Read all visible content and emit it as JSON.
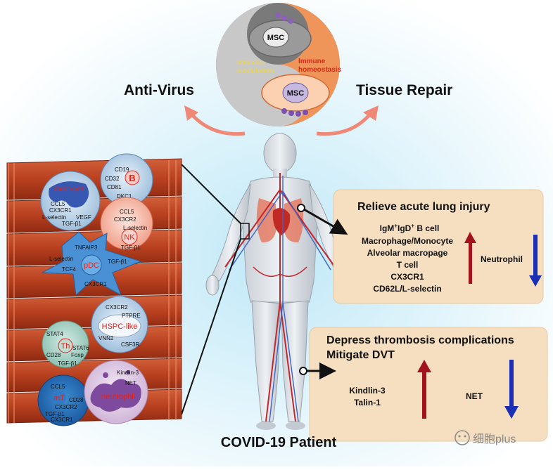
{
  "top": {
    "anti_virus": "Anti-Virus",
    "tissue_repair": "Tissue Repair",
    "msc_top": "MSC",
    "msc_bottom": "MSC",
    "immunomodulation_1": "Immuno-",
    "immunomodulation_2": "modulation",
    "homeostasis_1": "Immune",
    "homeostasis_2": "homeostasis"
  },
  "cells": {
    "b_cell": {
      "name": "B",
      "markers": [
        "CD19",
        "CD32",
        "CD81",
        "DKC1"
      ]
    },
    "monocyte": {
      "name": "monocyte",
      "markers": [
        "CCL5",
        "CX3CR1",
        "L-selectin",
        "VEGF",
        "TGF-β1"
      ]
    },
    "nk": {
      "name": "NK",
      "markers": [
        "CCL5",
        "CX3CR2",
        "L-selectin",
        "TGF-β1"
      ]
    },
    "pdc": {
      "name": "pDC",
      "markers": [
        "TNFAIP3",
        "L-selectin",
        "TGF-β1",
        "TCF4",
        "CX3CR1"
      ]
    },
    "hspc": {
      "name": "HSPC-like",
      "markers": [
        "CX3CR2",
        "PTPRE",
        "VNN2",
        "CSF3R"
      ]
    },
    "th": {
      "name": "Th",
      "markers": [
        "STAT4",
        "STAT6",
        "CD28",
        "Foxp",
        "TGF-β1"
      ]
    },
    "mt": {
      "name": "mT",
      "markers": [
        "CCL5",
        "CD28",
        "CX3CR2",
        "TGF-β1",
        "CX3CR1"
      ]
    },
    "neutrophil": {
      "name": "neutrophil",
      "markers": [
        "Kindlin-3",
        "NET"
      ]
    }
  },
  "lung_box": {
    "title": "Relieve acute lung injury",
    "up_items": [
      "IgM",
      "IgD",
      "B cell",
      "Macrophage/Monocyte",
      "Alveolar macropage",
      "T cell",
      "CX3CR1",
      "CD62L/L-selectin"
    ],
    "sup": "+",
    "down_label": "Neutrophil"
  },
  "thrombo_box": {
    "title1": "Depress thrombosis complications",
    "title2": "Mitigate DVT",
    "up_items": [
      "Kindlin-3",
      "Talin-1"
    ],
    "down_label": "NET"
  },
  "caption": "COVID-19 Patient",
  "watermark": "细胞plus",
  "colors": {
    "up_arrow": "#a3131b",
    "down_arrow": "#1b2fb5",
    "box_fill": "#f6dfc0",
    "vessel": "#b8401f",
    "cell_red_text": "#e2231a"
  }
}
